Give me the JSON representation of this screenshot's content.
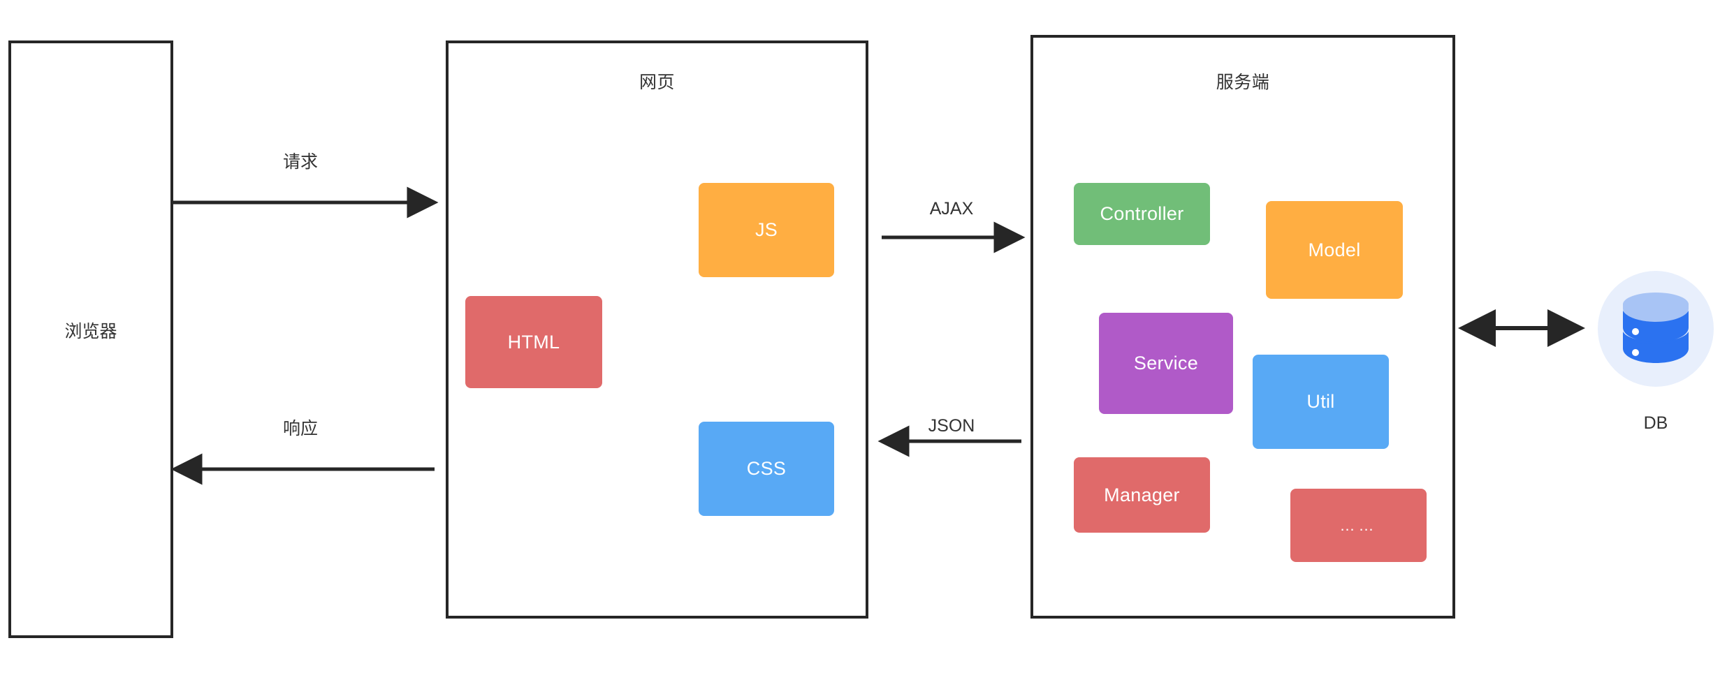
{
  "diagram": {
    "title_hidden": "",
    "containers": [
      {
        "id": "browser",
        "label": "浏览器"
      },
      {
        "id": "webpage",
        "label": "网页"
      },
      {
        "id": "server",
        "label": "服务端"
      }
    ],
    "webpage_nodes": [
      {
        "id": "js",
        "label": "JS",
        "color": "#FFAE42"
      },
      {
        "id": "html",
        "label": "HTML",
        "color": "#E06A6A"
      },
      {
        "id": "css",
        "label": "CSS",
        "color": "#58A9F5"
      }
    ],
    "server_nodes": [
      {
        "id": "controller",
        "label": "Controller",
        "color": "#71BE78"
      },
      {
        "id": "model",
        "label": "Model",
        "color": "#FFAE42"
      },
      {
        "id": "service",
        "label": "Service",
        "color": "#B05AC8"
      },
      {
        "id": "util",
        "label": "Util",
        "color": "#58A9F5"
      },
      {
        "id": "manager",
        "label": "Manager",
        "color": "#E06A6A"
      },
      {
        "id": "more",
        "label": "……",
        "color": "#E06A6A"
      }
    ],
    "edges": [
      {
        "id": "request",
        "label": "请求",
        "direction": "right"
      },
      {
        "id": "response",
        "label": "响应",
        "direction": "left"
      },
      {
        "id": "ajax",
        "label": "AJAX",
        "direction": "right"
      },
      {
        "id": "json",
        "label": "JSON",
        "direction": "left"
      },
      {
        "id": "db-link",
        "label": "",
        "direction": "both"
      }
    ],
    "db": {
      "label": "DB",
      "icon": "database-icon",
      "circle_color": "#e8effc",
      "body_color": "#2b72f0",
      "top_color": "#a8c4f5"
    },
    "colors": {
      "stroke": "#262626",
      "text": "#333333",
      "background": "#ffffff"
    }
  }
}
